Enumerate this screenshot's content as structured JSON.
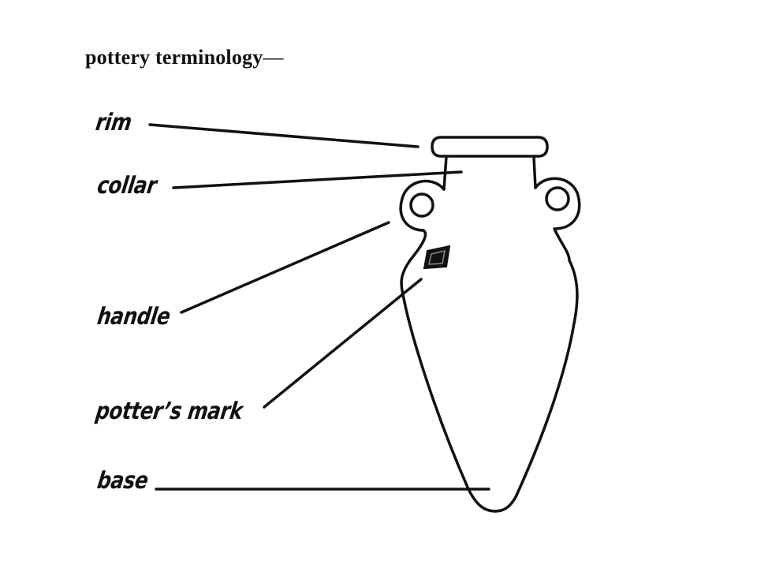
{
  "title": {
    "text": "pottery terminology",
    "dash": "—"
  },
  "labels": {
    "rim": "rim",
    "collar": "collar",
    "handle": "handle",
    "potters_mark": "potter’s mark",
    "base": "base"
  }
}
